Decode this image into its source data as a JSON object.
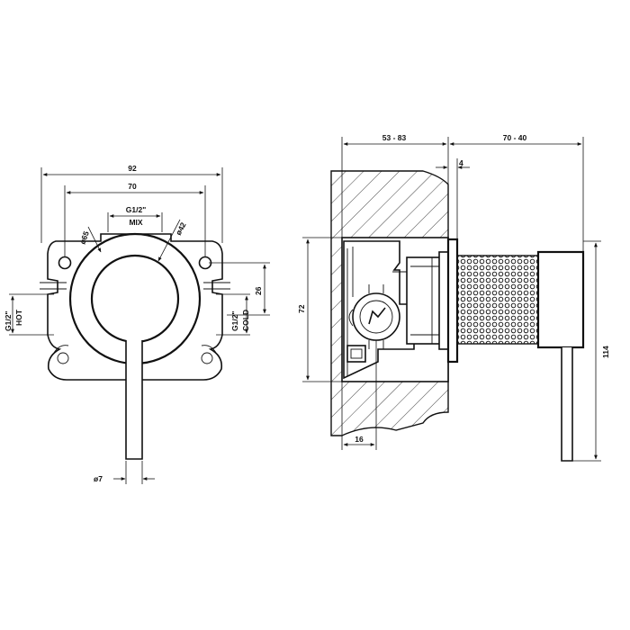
{
  "front_view": {
    "width_overall": "92",
    "width_holes": "70",
    "dia_outer": "ø65",
    "dia_inner": "ø42",
    "mix_thread": "G1/2\"",
    "mix_label": "MIX",
    "hot_thread": "G1/2\"",
    "hot_label": "HOT",
    "cold_thread": "G1/2\"",
    "cold_label": "COLD",
    "height_26": "26",
    "lever_dia": "ø7"
  },
  "side_view": {
    "wall_depth": "53 - 83",
    "projection": "70 - 40",
    "plate_thick": "4",
    "body_height": "72",
    "total_height": "114",
    "inlet_depth": "16"
  }
}
